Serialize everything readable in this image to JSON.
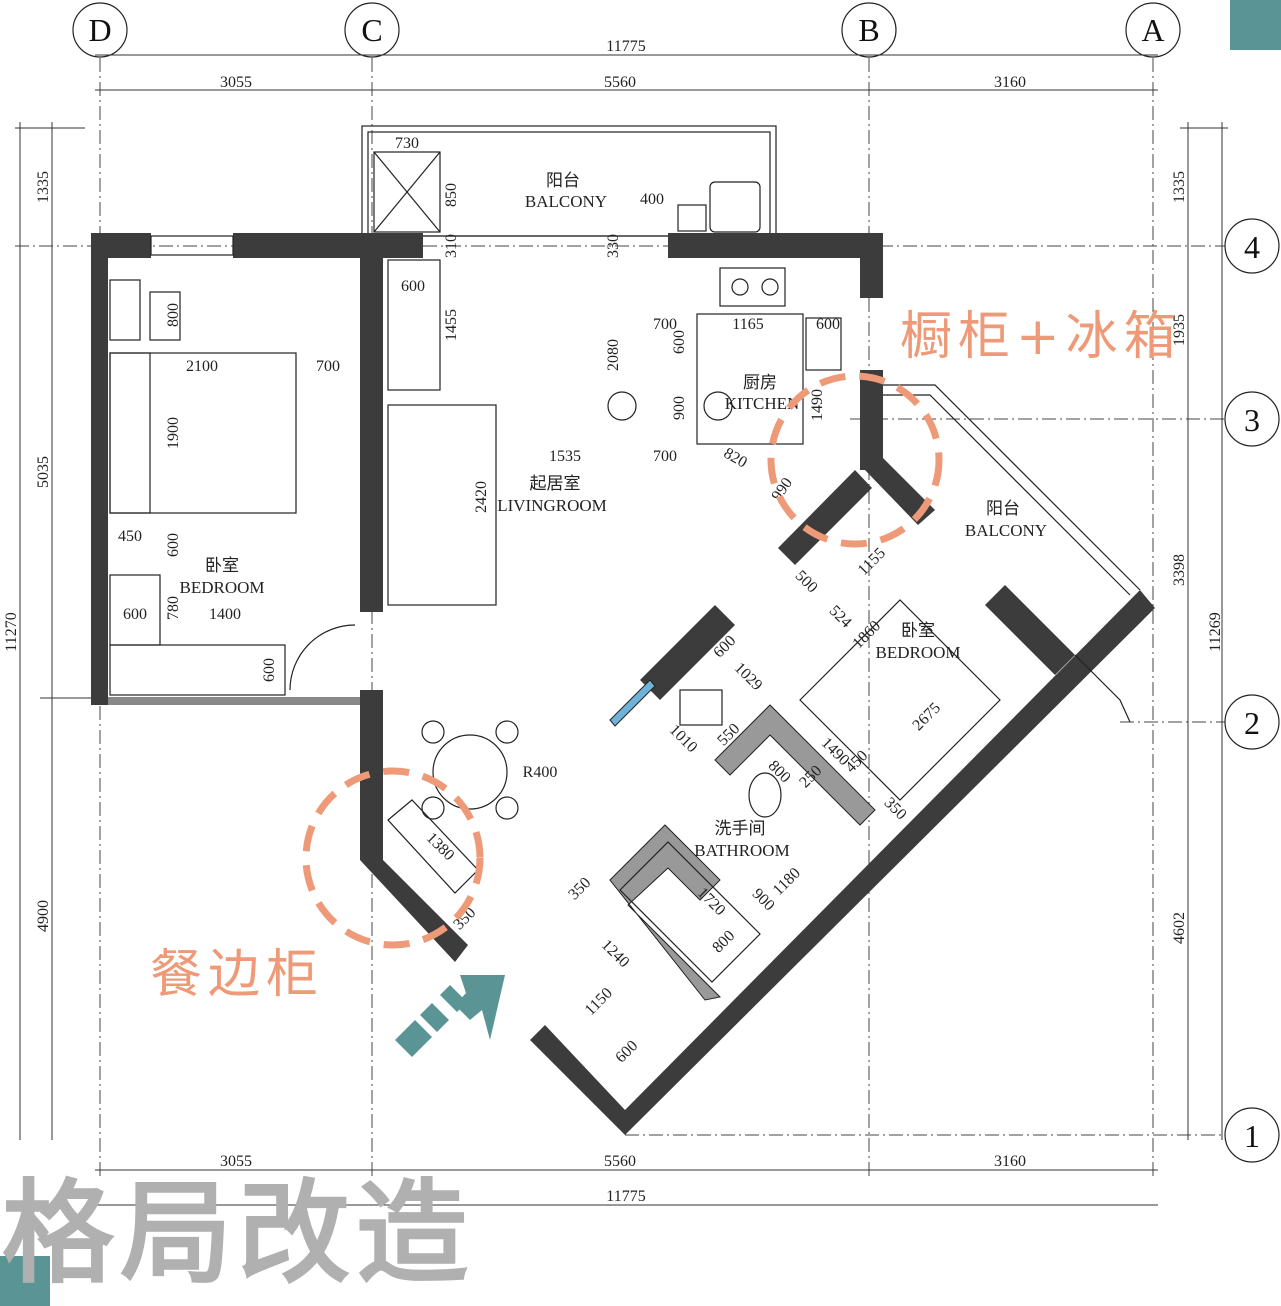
{
  "title": "格局改造",
  "axes": {
    "columns": [
      "D",
      "C",
      "B",
      "A"
    ],
    "rows": [
      "4",
      "3",
      "2",
      "1"
    ]
  },
  "dimensions": {
    "top_total": "11775",
    "top_segments": [
      "3055",
      "5560",
      "3160"
    ],
    "bottom_segments": [
      "3055",
      "5560",
      "3160"
    ],
    "bottom_total": "11775",
    "left_total": "11270",
    "left_segments": [
      "1335",
      "5035",
      "4900"
    ],
    "right_total": "11269",
    "right_segments": [
      "1335",
      "1935",
      "3398",
      "4602"
    ],
    "interior": [
      "730",
      "850",
      "310",
      "330",
      "400",
      "600",
      "1455",
      "2080",
      "700",
      "1165",
      "600",
      "600",
      "900",
      "1490",
      "1535",
      "700",
      "820",
      "990",
      "2420",
      "2100",
      "700",
      "800",
      "1900",
      "450",
      "600",
      "780",
      "600",
      "1400",
      "600",
      "R400",
      "1380",
      "350",
      "500",
      "524",
      "1155",
      "1860",
      "600",
      "1029",
      "1010",
      "550",
      "2675",
      "1490",
      "450",
      "800",
      "250",
      "350",
      "1720",
      "900",
      "1180",
      "800",
      "350",
      "1240",
      "1150",
      "600"
    ]
  },
  "rooms": {
    "balcony_top": {
      "cn": "阳台",
      "en": "BALCONY"
    },
    "kitchen": {
      "cn": "厨房",
      "en": "KITCHEN"
    },
    "living": {
      "cn": "起居室",
      "en": "LIVINGROOM"
    },
    "bedroom_left": {
      "cn": "卧室",
      "en": "BEDROOM"
    },
    "balcony_right": {
      "cn": "阳台",
      "en": "BALCONY"
    },
    "bedroom_right": {
      "cn": "卧室",
      "en": "BEDROOM"
    },
    "bathroom": {
      "cn": "洗手间",
      "en": "BATHROOM"
    }
  },
  "annotations": {
    "cabinet_fridge": "橱柜+冰箱",
    "sideboard": "餐边柜"
  },
  "colors": {
    "annotation": "#ee9a78",
    "accent": "#5a9494",
    "wall": "#3c3c3c",
    "window_glass": "#6fb3d8",
    "title": "#b0b0b0"
  }
}
